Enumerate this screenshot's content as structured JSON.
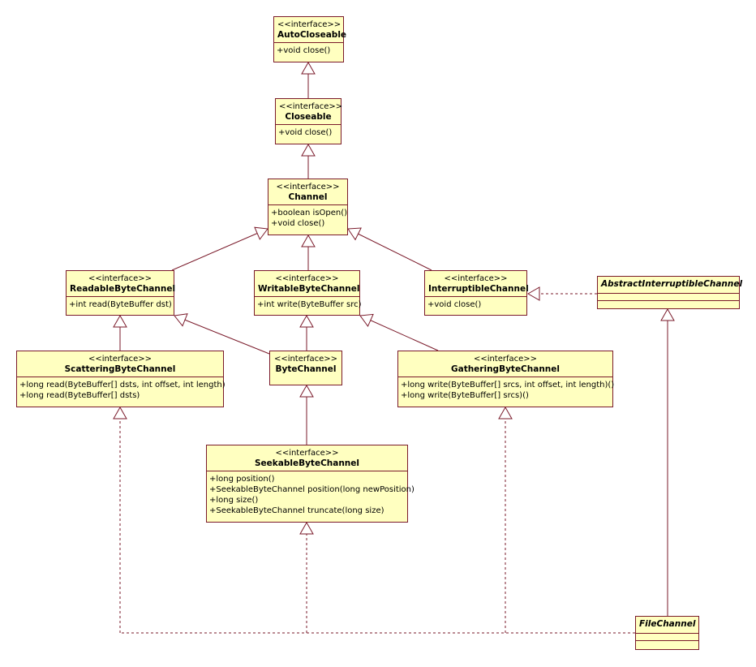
{
  "stereotype": "<<interface>>",
  "classes": {
    "autocloseable": {
      "name": "AutoCloseable",
      "ops": [
        "+void close()"
      ]
    },
    "closeable": {
      "name": "Closeable",
      "ops": [
        "+void close()"
      ]
    },
    "channel": {
      "name": "Channel",
      "ops": [
        "+boolean isOpen()",
        "+void close()"
      ]
    },
    "readable": {
      "name": "ReadableByteChannel",
      "ops": [
        "+int read(ByteBuffer dst)"
      ]
    },
    "writable": {
      "name": "WritableByteChannel",
      "ops": [
        "+int write(ByteBuffer src)"
      ]
    },
    "interruptible": {
      "name": "InterruptibleChannel",
      "ops": [
        "+void close()"
      ]
    },
    "abstractinterruptible": {
      "name": "AbstractInterruptibleChannel"
    },
    "scattering": {
      "name": "ScatteringByteChannel",
      "ops": [
        "+long read(ByteBuffer[] dsts, int offset, int length)",
        "+long read(ByteBuffer[] dsts)"
      ]
    },
    "bytechannel": {
      "name": "ByteChannel"
    },
    "gathering": {
      "name": "GatheringByteChannel",
      "ops": [
        "+long write(ByteBuffer[] srcs, int offset, int length)()",
        "+long write(ByteBuffer[] srcs)()"
      ]
    },
    "seekable": {
      "name": "SeekableByteChannel",
      "ops": [
        "+long position()",
        "+SeekableByteChannel position(long newPosition)",
        "+long size()",
        "+SeekableByteChannel truncate(long size)"
      ]
    },
    "filechannel": {
      "name": "FileChannel"
    }
  },
  "colors": {
    "box_fill": "#ffffc0",
    "box_border": "#7a1a2a",
    "edge": "#7a1a2a"
  }
}
